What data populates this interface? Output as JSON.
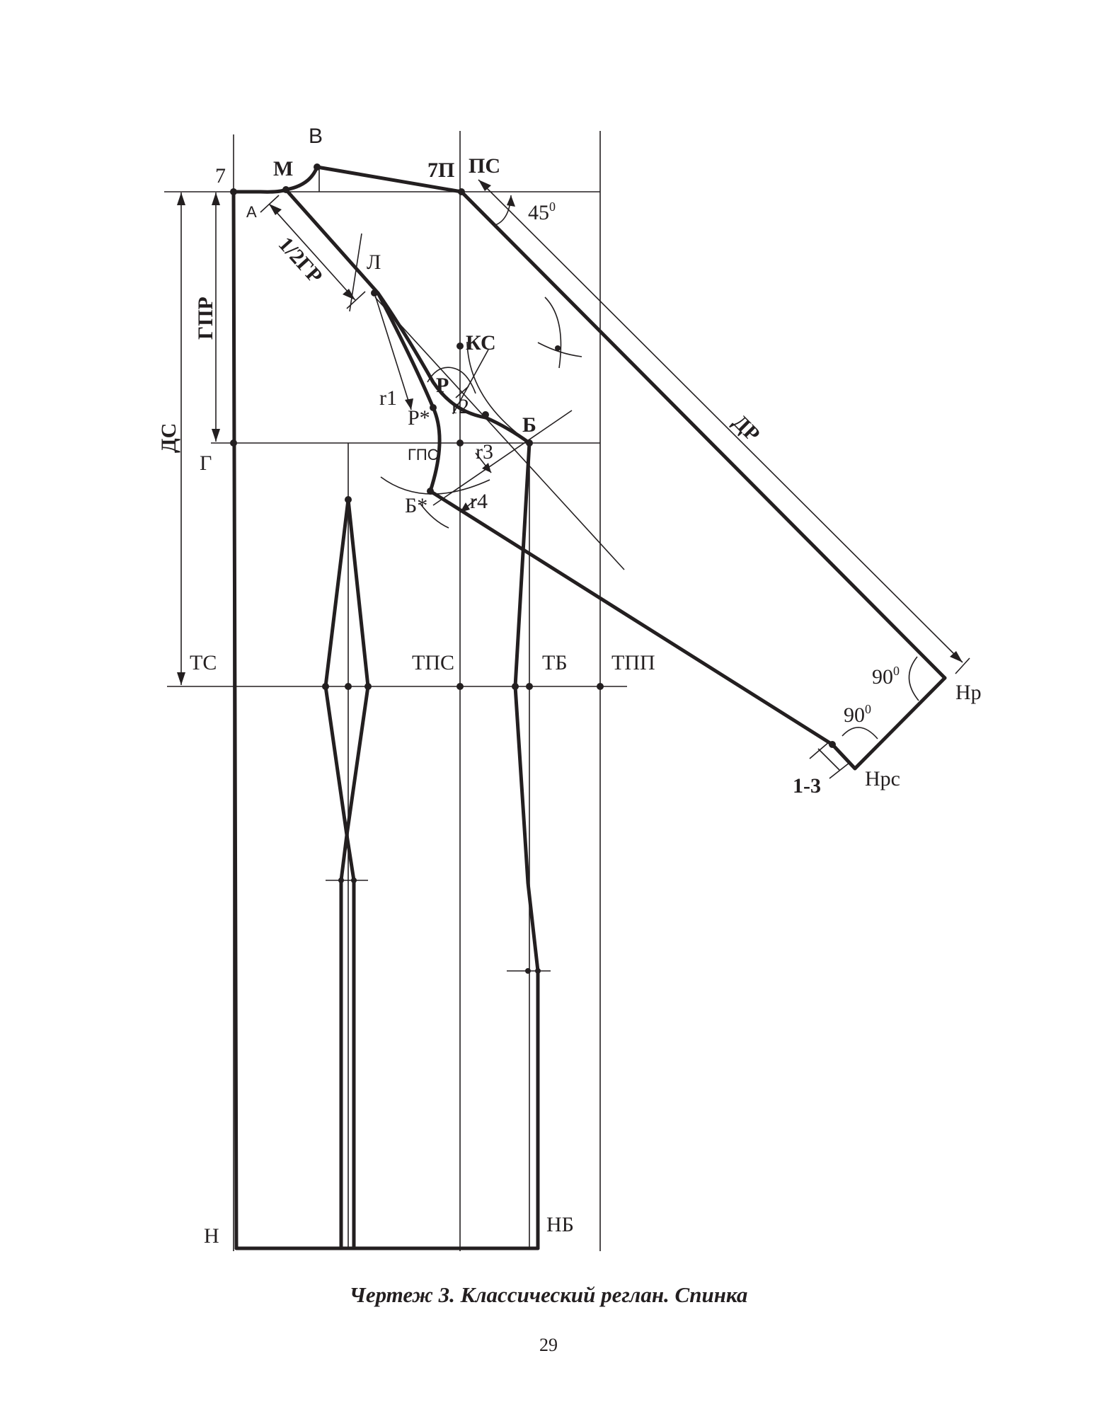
{
  "diagram": {
    "points": {
      "seven": "7",
      "m": "М",
      "v": "В",
      "a": "А",
      "sevenp": "7П",
      "ps": "ПС",
      "l": "Л",
      "ks": "КС",
      "r": "Р",
      "rstar": "Р*",
      "b": "Б",
      "bstar": "Б*",
      "g": "Г",
      "gps": "ГПС",
      "ts": "ТС",
      "tps": "ТПС",
      "tb": "ТБ",
      "tpp": "ТПП",
      "n": "Н",
      "nb": "НБ",
      "np": "Нр",
      "nps": "Нрс"
    },
    "dimensions": {
      "ds": "ДС",
      "gpr": "ГПР",
      "half_gr": "1/2ГР",
      "dr": "ДР",
      "one_three": "1-3"
    },
    "radii": [
      "r1",
      "r2",
      "r3",
      "r4"
    ],
    "angles": {
      "a45": "45",
      "a90_top": "90",
      "a90_bottom": "90",
      "degree": "0"
    }
  },
  "caption": "Чертеж 3. Классический реглан. Спинка",
  "page_number": "29"
}
